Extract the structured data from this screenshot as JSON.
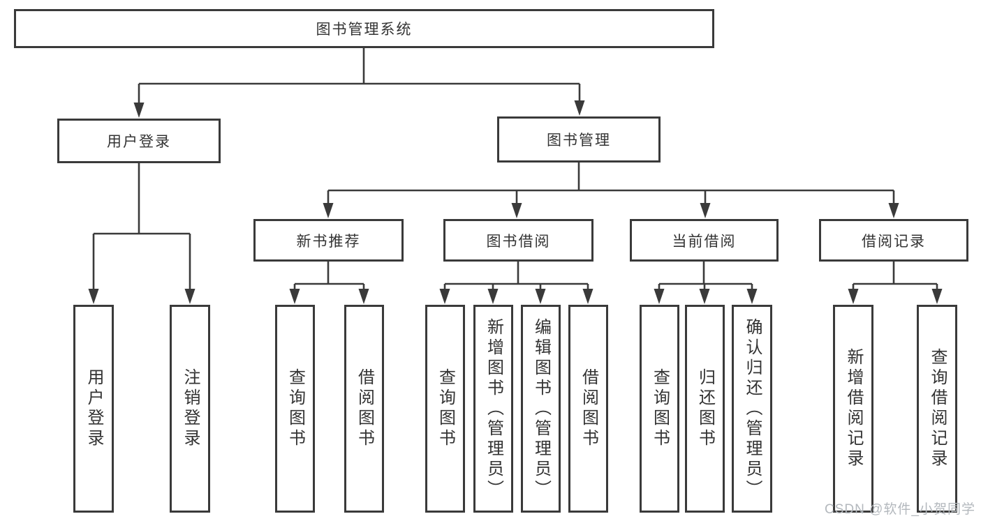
{
  "diagram": {
    "root": {
      "label": "图书管理系统"
    },
    "branches": [
      {
        "label": "用户登录",
        "children": [
          {
            "label": "用户登录"
          },
          {
            "label": "注销登录"
          }
        ]
      },
      {
        "label": "图书管理",
        "children": [
          {
            "label": "新书推荐",
            "children": [
              {
                "label": "查询图书"
              },
              {
                "label": "借阅图书"
              }
            ]
          },
          {
            "label": "图书借阅",
            "children": [
              {
                "label": "查询图书"
              },
              {
                "label": "新增图书（管理员）"
              },
              {
                "label": "编辑图书（管理员）"
              },
              {
                "label": "借阅图书"
              }
            ]
          },
          {
            "label": "当前借阅",
            "children": [
              {
                "label": "查询图书"
              },
              {
                "label": "归还图书"
              },
              {
                "label": "确认归还（管理员）"
              }
            ]
          },
          {
            "label": "借阅记录",
            "children": [
              {
                "label": "新增借阅记录"
              },
              {
                "label": "查询借阅记录"
              }
            ]
          }
        ]
      }
    ]
  },
  "watermark": {
    "text": "CSDN @软件_小贺同学"
  },
  "colors": {
    "line": "#3a3a3a",
    "border": "#3a3a3a",
    "text": "#333333",
    "background": "#ffffff",
    "watermark": "#b3b8bd"
  }
}
